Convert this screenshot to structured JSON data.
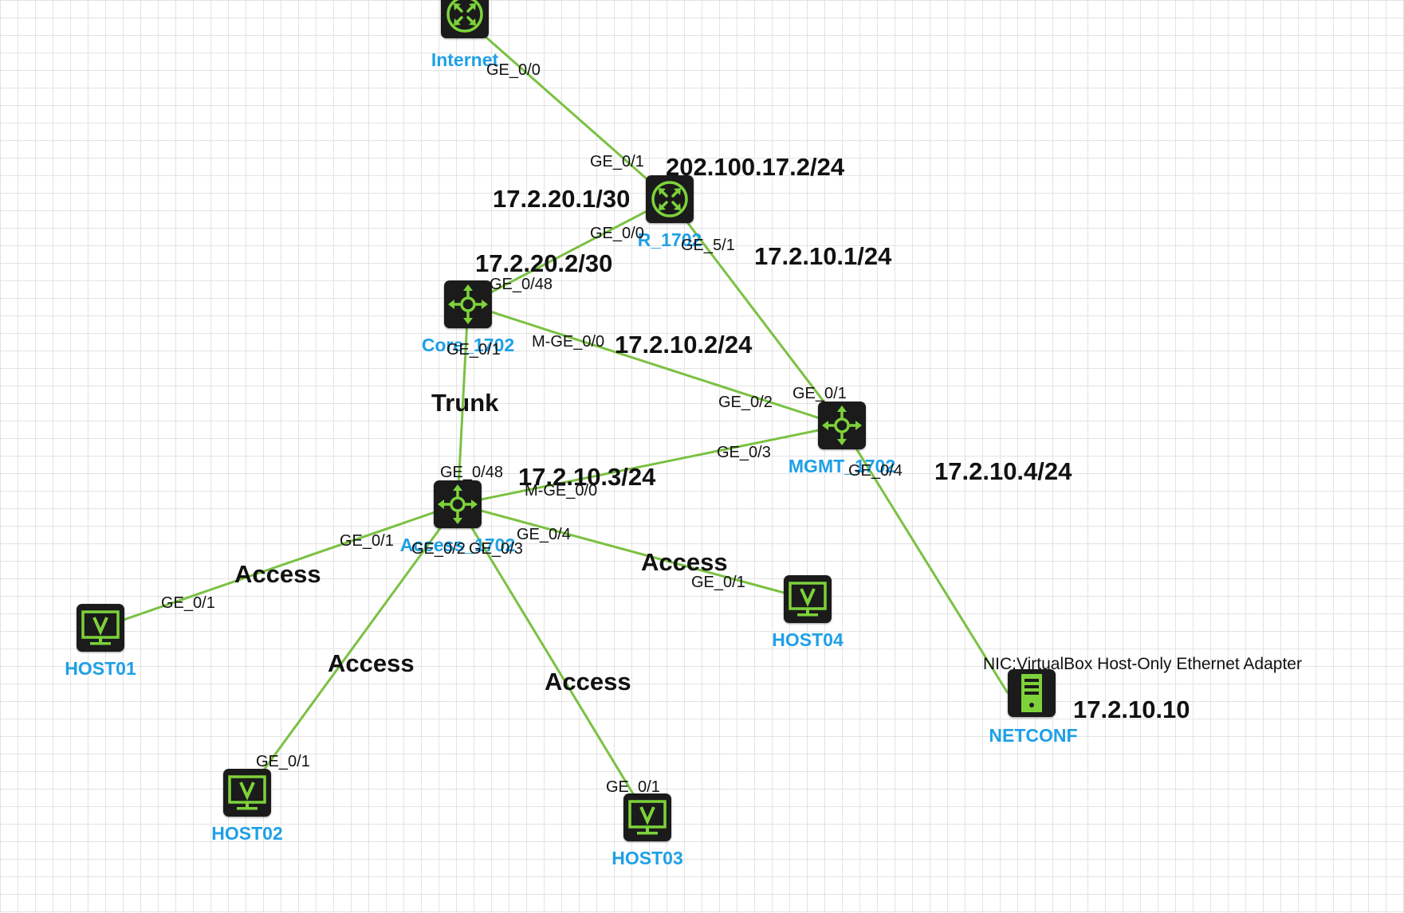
{
  "colors": {
    "link": "#7ac142",
    "device_glyph": "#7dd23a",
    "device_body": "#1b1b1b",
    "node_label": "#1ea0e6",
    "text": "#111111"
  },
  "nodes": {
    "internet": {
      "name": "Internet",
      "icon": "router-icon"
    },
    "r1702": {
      "name": "R_1702",
      "icon": "router-icon"
    },
    "core1702": {
      "name": "Core_1702",
      "icon": "l3-switch-icon"
    },
    "mgmt1702": {
      "name": "MGMT_1702",
      "icon": "l3-switch-icon"
    },
    "access1702": {
      "name": "Access_1702",
      "icon": "l3-switch-icon"
    },
    "host01": {
      "name": "HOST01",
      "icon": "virtual-host-icon"
    },
    "host02": {
      "name": "HOST02",
      "icon": "virtual-host-icon"
    },
    "host03": {
      "name": "HOST03",
      "icon": "virtual-host-icon"
    },
    "host04": {
      "name": "HOST04",
      "icon": "virtual-host-icon"
    },
    "netconf": {
      "name": "NETCONF",
      "icon": "server-icon"
    }
  },
  "ports": {
    "internet_ge00": "GE_0/0",
    "r_ge01": "GE_0/1",
    "r_ge00": "GE_0/0",
    "r_ge51": "GE_5/1",
    "core_ge048": "GE_0/48",
    "core_ge01": "GE_0/1",
    "core_mge00": "M-GE_0/0",
    "mgmt_ge01": "GE_0/1",
    "mgmt_ge02": "GE_0/2",
    "mgmt_ge03": "GE_0/3",
    "mgmt_ge04": "GE_0/4",
    "access_ge048": "GE_0/48",
    "access_mge00": "M-GE_0/0",
    "access_ge01": "GE_0/1",
    "access_ge02": "GE_0/2",
    "access_ge03": "GE_0/3",
    "access_ge04": "GE_0/4",
    "host01_ge01": "GE_0/1",
    "host02_ge01": "GE_0/1",
    "host03_ge01": "GE_0/1",
    "host04_ge01": "GE_0/1"
  },
  "ips": {
    "r_wan": "202.100.17.2/24",
    "r_core": "17.2.20.1/30",
    "core_r": "17.2.20.2/30",
    "r_mgmt": "17.2.10.1/24",
    "core_m": "17.2.10.2/24",
    "access_m": "17.2.10.3/24",
    "mgmt": "17.2.10.4/24",
    "netconf": "17.2.10.10"
  },
  "link_labels": {
    "core_access": "Trunk",
    "host01": "Access",
    "host02": "Access",
    "host03": "Access",
    "host04": "Access"
  },
  "netconf_nic": "NIC:VirtualBox Host-Only Ethernet Adapter"
}
